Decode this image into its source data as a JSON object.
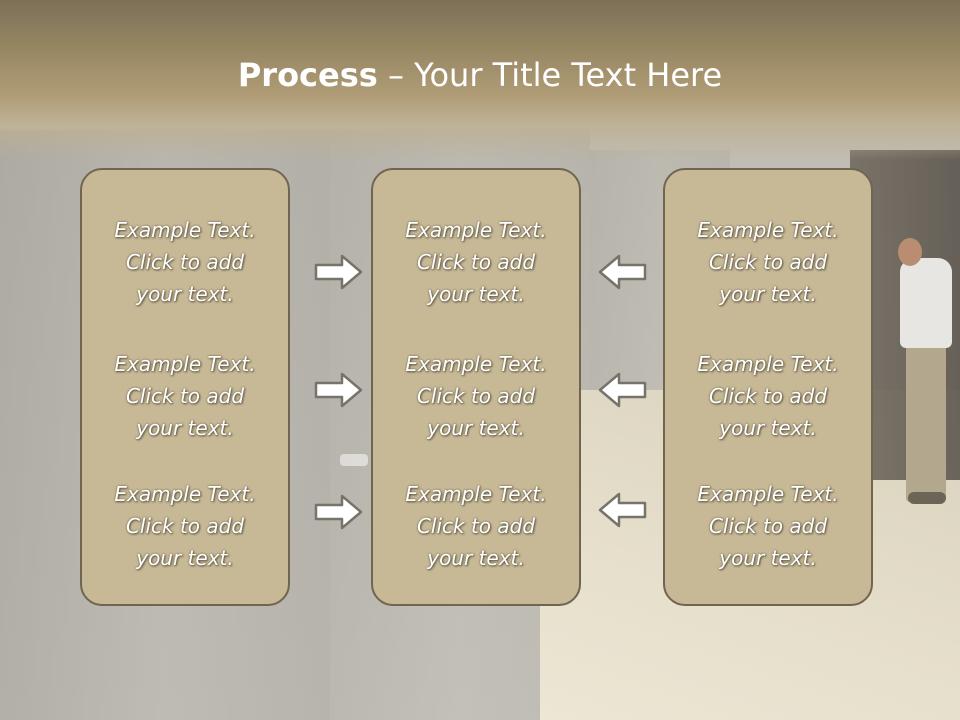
{
  "slide": {
    "title_bold": "Process",
    "title_rest": " – Your Title Text Here"
  },
  "columns": [
    {
      "items": [
        "Example Text.\nClick  to add\nyour text.",
        "Example Text.\nClick  to add\nyour text.",
        "Example Text.\nClick  to add\nyour text."
      ]
    },
    {
      "items": [
        "Example Text.\nClick  to add\nyour text.",
        "Example Text.\nClick  to add\nyour text.",
        "Example Text.\nClick  to add\nyour text."
      ]
    },
    {
      "items": [
        "Example Text.\nClick  to add\nyour text.",
        "Example Text.\nClick  to add\nyour text.",
        "Example Text.\nClick  to add\nyour text."
      ]
    }
  ],
  "arrows": {
    "left_group": "right-arrow-icon",
    "right_group": "left-arrow-icon"
  },
  "colors": {
    "box_fill": "#c7b996",
    "box_border": "#6f6550",
    "title_band": "#968662",
    "text": "#ffffff"
  }
}
